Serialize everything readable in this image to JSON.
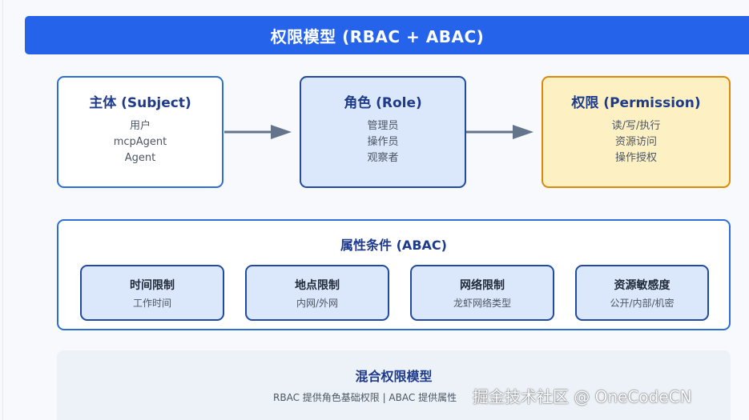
{
  "header": {
    "title": "权限模型 (RBAC + ABAC)"
  },
  "nodes": {
    "subject": {
      "title": "主体 (Subject)",
      "items": [
        "用户",
        "mcpAgent",
        "Agent"
      ]
    },
    "role": {
      "title": "角色 (Role)",
      "items": [
        "管理员",
        "操作员",
        "观察者"
      ]
    },
    "permission": {
      "title": "权限 (Permission)",
      "items": [
        "读/写/执行",
        "资源访问",
        "操作授权"
      ]
    }
  },
  "abac": {
    "title": "属性条件 (ABAC)",
    "attributes": [
      {
        "title": "时间限制",
        "subtitle": "工作时间"
      },
      {
        "title": "地点限制",
        "subtitle": "内网/外网"
      },
      {
        "title": "网络限制",
        "subtitle": "龙虾网络类型"
      },
      {
        "title": "资源敏感度",
        "subtitle": "公开/内部/机密"
      }
    ]
  },
  "hybrid": {
    "title": "混合权限模型",
    "description": "RBAC 提供角色基础权限 | ABAC 提供属性"
  },
  "watermark": "掘金技术社区 @ OneCodeCN",
  "colors": {
    "header_bg": "#2563eb",
    "primary_border": "#2d6fd6",
    "role_fill": "#dbe8fb",
    "permission_fill": "#fdf1c4",
    "permission_border": "#d98a0b",
    "arrow": "#64748b"
  }
}
